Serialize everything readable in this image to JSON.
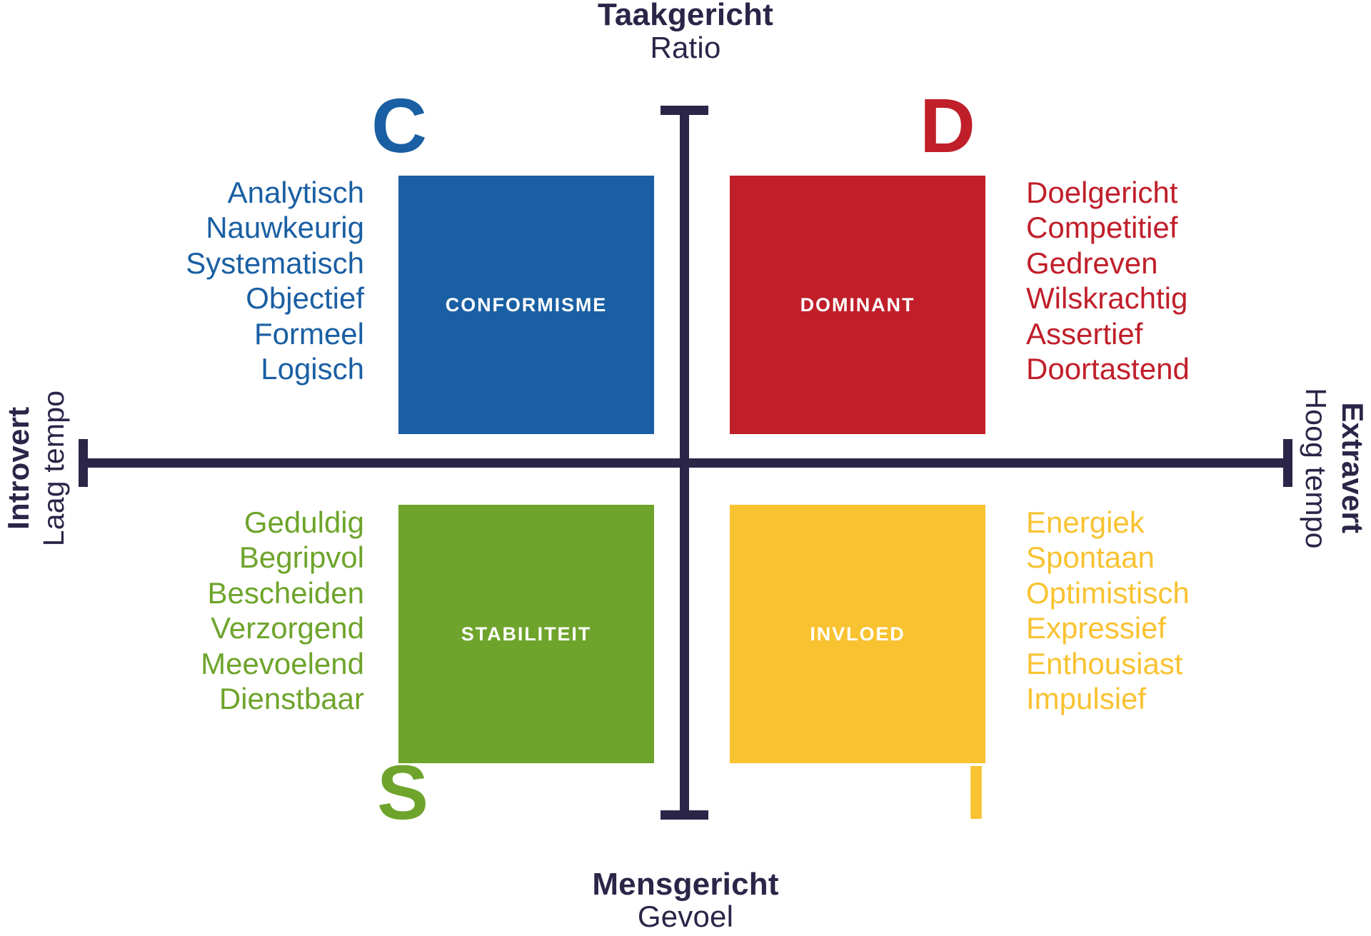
{
  "axes": {
    "top": {
      "main": "Taakgericht",
      "sub": "Ratio"
    },
    "bottom": {
      "main": "Mensgericht",
      "sub": "Gevoel"
    },
    "left": {
      "main": "Introvert",
      "sub": "Laag tempo"
    },
    "right": {
      "main": "Extravert",
      "sub": "Hoog tempo"
    }
  },
  "colors": {
    "navy": "#2b2548",
    "blue": "#1a5fa3",
    "red": "#c01f2a",
    "green": "#6ea42b",
    "yellow": "#f9c231"
  },
  "quadrants": {
    "c": {
      "letter": "C",
      "label": "CONFORMISME",
      "color": "#1a5fa3",
      "traits": [
        "Analytisch",
        "Nauwkeurig",
        "Systematisch",
        "Objectief",
        "Formeel",
        "Logisch"
      ]
    },
    "d": {
      "letter": "D",
      "label": "DOMINANT",
      "color": "#c01f2a",
      "traits": [
        "Doelgericht",
        "Competitief",
        "Gedreven",
        "Wilskrachtig",
        "Assertief",
        "Doortastend"
      ]
    },
    "s": {
      "letter": "S",
      "label": "STABILITEIT",
      "color": "#6ea42b",
      "traits": [
        "Geduldig",
        "Begripvol",
        "Bescheiden",
        "Verzorgend",
        "Meevoelend",
        "Dienstbaar"
      ]
    },
    "i": {
      "letter": "I",
      "label": "INVLOED",
      "color": "#f9c231",
      "traits": [
        "Energiek",
        "Spontaan",
        "Optimistisch",
        "Expressief",
        "Enthousiast",
        "Impulsief"
      ]
    }
  }
}
